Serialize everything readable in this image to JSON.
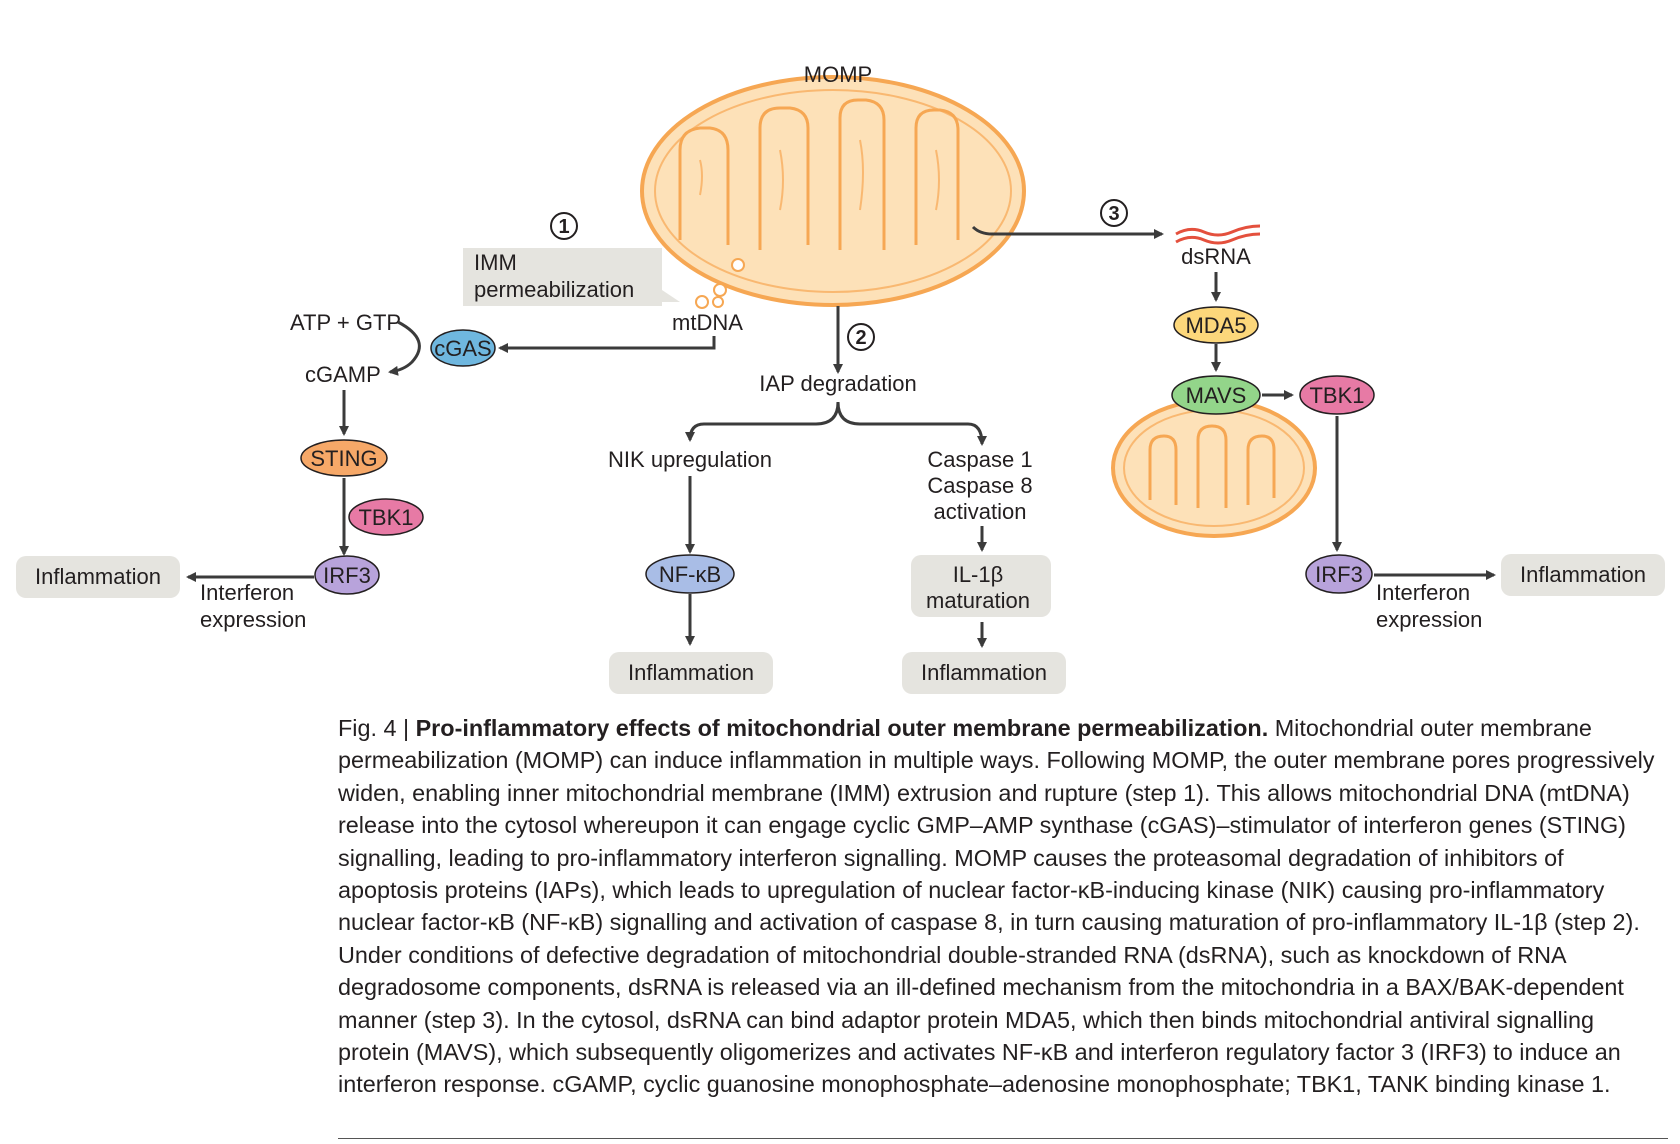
{
  "labels": {
    "momp": "MOMP",
    "step1": "1",
    "step2": "2",
    "step3": "3",
    "imm_line1": "IMM",
    "imm_line2": "permeabilization",
    "mtdna": "mtDNA",
    "atp_gtp": "ATP + GTP",
    "cgas": "cGAS",
    "cgamp": "cGAMP",
    "sting": "STING",
    "tbk1_left": "TBK1",
    "irf3_left": "IRF3",
    "inflammation_left": "Inflammation",
    "interferon_left_line1": "Interferon",
    "interferon_left_line2": "expression",
    "iap_degradation": "IAP degradation",
    "nik_upregulation": "NIK upregulation",
    "nfkb": "NF-κB",
    "inflammation_nfkb": "Inflammation",
    "caspase1": "Caspase 1",
    "caspase8": "Caspase 8",
    "activation": "activation",
    "il1b_line1": "IL-1β",
    "il1b_line2": "maturation",
    "inflammation_il1b": "Inflammation",
    "dsrna": "dsRNA",
    "mda5": "MDA5",
    "mavs": "MAVS",
    "tbk1_right": "TBK1",
    "irf3_right": "IRF3",
    "interferon_right_line1": "Interferon",
    "interferon_right_line2": "expression",
    "inflammation_right": "Inflammation"
  },
  "colors": {
    "arrow": "#3b3b3b",
    "mito_fill": "#fde1b8",
    "mito_stroke": "#f6a753",
    "cgas": "#6fb7df",
    "sting": "#f6a868",
    "tbk1": "#e77aa5",
    "irf3": "#b8a3db",
    "nfkb": "#a9bde6",
    "mda5": "#fcd77b",
    "mavs": "#93d58a",
    "pill_bg": "#e5e4df",
    "dsrna": "#e4503d"
  },
  "caption": {
    "fig": "Fig. 4 | ",
    "title": "Pro-inflammatory effects of mitochondrial outer membrane permeabilization.",
    "body": " Mitochondrial outer membrane permeabilization (MOMP) can induce inflammation in multiple ways. Following MOMP, the outer membrane pores progressively widen, enabling inner mitochondrial membrane (IMM) extrusion and rupture (step 1). This allows mitochondrial DNA (mtDNA) release into the cytosol whereupon it can engage cyclic GMP–AMP synthase (cGAS)–stimulator of interferon genes (STING) signalling, leading to pro-inflammatory interferon signalling. MOMP causes the proteasomal degradation of inhibitors of apoptosis proteins (IAPs), which leads to upregulation of nuclear factor-κB-inducing kinase (NIK) causing pro-inflammatory nuclear factor-κB (NF-κB) signalling and activation of caspase 8, in turn causing maturation of pro-inflammatory IL-1β (step 2). Under conditions of defective degradation of mitochondrial double-stranded RNA (dsRNA), such as knockdown of RNA degradosome components, dsRNA is released via an ill-defined mechanism from the mitochondria in a BAX/BAK-dependent manner (step 3). In the cytosol, dsRNA can bind adaptor protein MDA5, which then binds mitochondrial antiviral signalling protein (MAVS), which subsequently oligomerizes and activates NF-κB and interferon regulatory factor 3 (IRF3) to induce an interferon response. cGAMP, cyclic guanosine monophosphate–adenosine monophosphate; TBK1, TANK binding kinase 1."
  }
}
